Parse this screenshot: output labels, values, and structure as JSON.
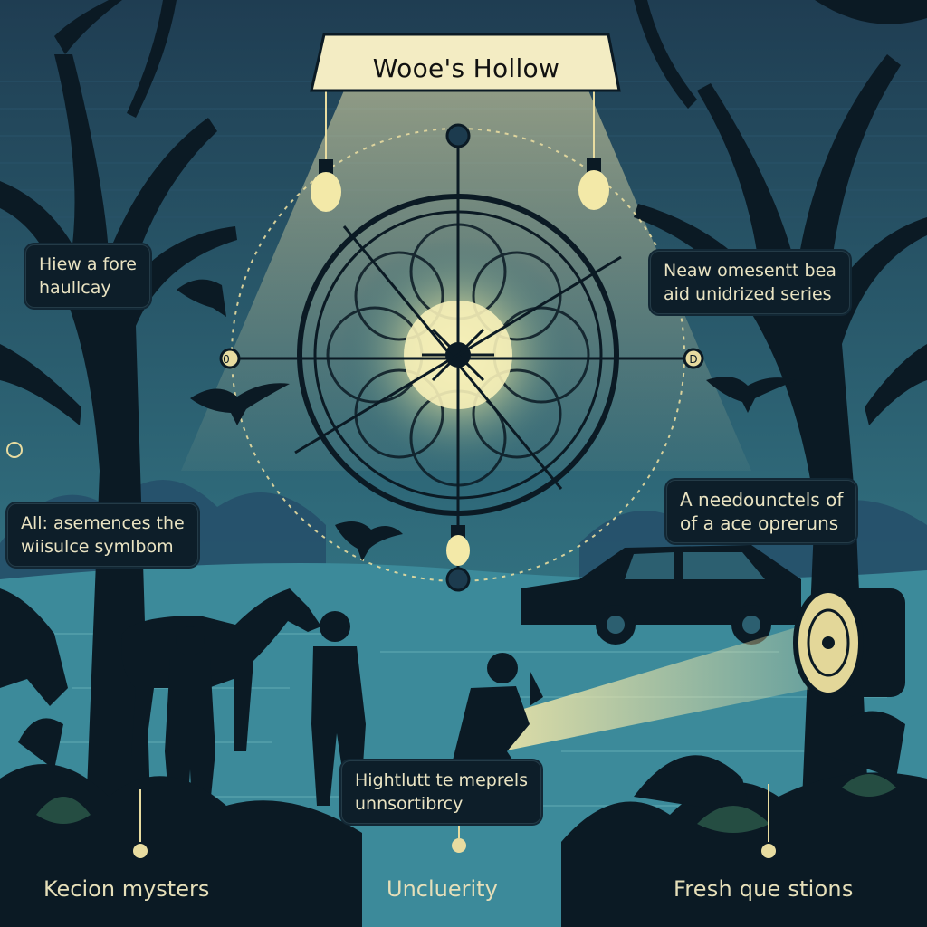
{
  "title": "Wooe's Hollow",
  "callouts": {
    "top_left": {
      "line1": "Hiew a fore",
      "line2": "haullcay"
    },
    "top_right": {
      "line1": "Neaw omesentt bea",
      "line2": "aid unidrized series"
    },
    "mid_left": {
      "line1": "All: asemences the",
      "line2": "wiisulce symlbom"
    },
    "mid_right": {
      "line1": "A needounctels of",
      "line2": "of a ace opreruns"
    },
    "center": {
      "line1": "Hightlutt te meprels",
      "line2": "unnsortibrcy"
    }
  },
  "bottom_labels": {
    "left": "Kecion mysters",
    "center": "Uncluerity",
    "right": "Fresh que stions"
  },
  "dial_letters": {
    "left": "0",
    "right": "D"
  },
  "colors": {
    "background": "#1c3b4e",
    "water": "#3c8a9a",
    "silhouette": "#0b1a24",
    "banner": "#f3ecc3",
    "glow": "#f2e7a6",
    "text_light": "#e9e3c2"
  },
  "icons": [
    "compass-dial-icon",
    "hanging-bulb-icon",
    "crow-icon",
    "horse-icon",
    "car-icon",
    "spotlight-icon",
    "person-icon"
  ]
}
